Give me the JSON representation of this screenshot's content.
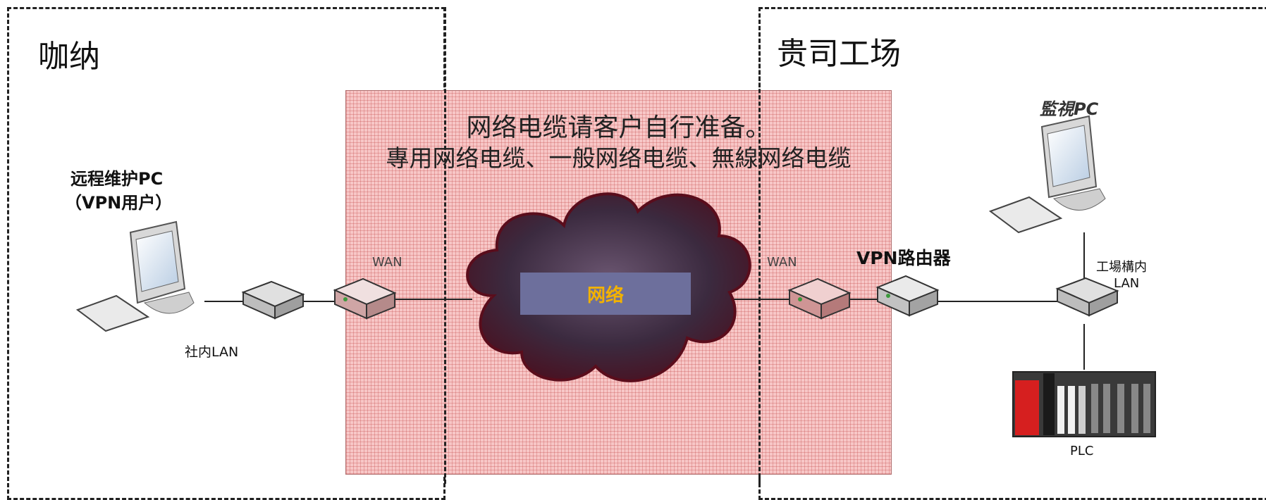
{
  "zones": {
    "left_title": "咖纳",
    "right_title": "贵司工场"
  },
  "notice": {
    "line1": "网络电缆请客户自行准备。",
    "line2": "專用网络电缆、一般网络电缆、無線网络电缆"
  },
  "left": {
    "pc_label_line1": "远程维护PC",
    "pc_label_line2": "（VPN用户）",
    "lan_label": "社内LAN",
    "wan_label": "WAN"
  },
  "cloud": {
    "label": "网络"
  },
  "right": {
    "wan_label": "WAN",
    "router_label": "VPN路由器",
    "monitor_label": "監視PC",
    "lan_label_line1": "工場構内",
    "lan_label_line2": "LAN",
    "plc_label": "PLC"
  },
  "colors": {
    "shade": "#f7c7c7",
    "cloud": "#3a2a3c",
    "net_box": "#6d6f9c",
    "net_text": "#f2b200"
  }
}
